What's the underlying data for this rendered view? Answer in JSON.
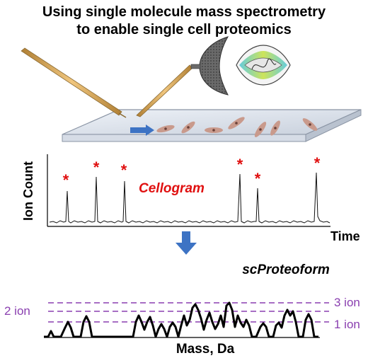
{
  "title": {
    "line1": "Using single molecule mass spectrometry",
    "line2": "to enable single cell proteomics"
  },
  "cellogram": {
    "ylabel": "Ion Count",
    "xlabel": "Time",
    "label": "Cellogram",
    "marker": "*"
  },
  "scproteoform": {
    "label": "scProteoform",
    "xlabel": "Mass, Da",
    "levels": {
      "one": "1 ion",
      "two": "2 ion",
      "three": "3 ion"
    }
  },
  "colors": {
    "title": "#000000",
    "red_label": "#e01010",
    "arrow_blue": "#3d73c4",
    "ion_level_purple": "#8a3fb0",
    "capillary_tan": "#d8a85a",
    "cell_pink": "#c99a8c"
  },
  "icons": [
    "capillary",
    "glass-slide",
    "cell",
    "emitter-cone",
    "orbitrap-analyzer",
    "down-arrow"
  ]
}
